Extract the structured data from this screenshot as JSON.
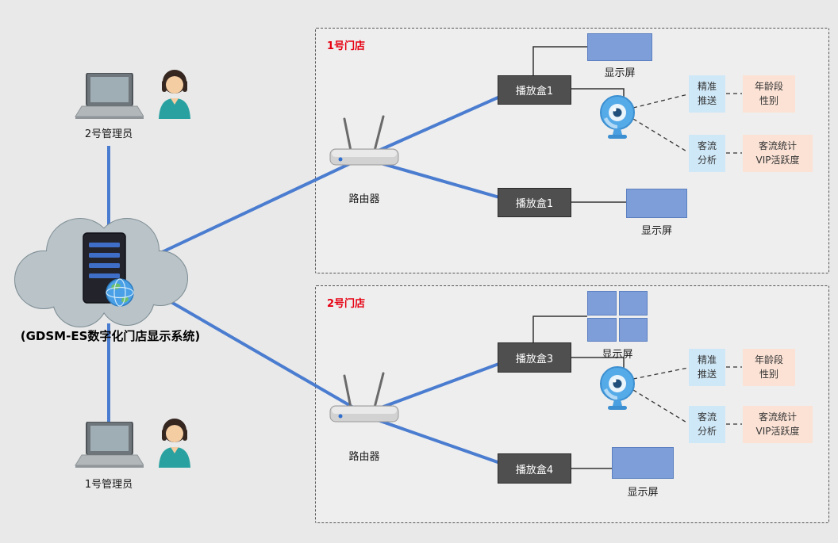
{
  "colors": {
    "background": "#e9e9e9",
    "link_blue": "#4a7cd0",
    "link_dark": "#333333",
    "store_label_red": "#e60012",
    "playbox_bg": "#4f4f4f",
    "display_bg": "#7d9ed8",
    "analysis_box_bg": "#cfe8f7",
    "result_box_bg": "#fbe2d5",
    "cloud_fill": "#b9c3c8",
    "camera_blue": "#55aae8"
  },
  "system": {
    "title": "(GDSM-ES数字化门店显示系统)"
  },
  "admins": [
    {
      "label": "2号管理员"
    },
    {
      "label": "1号管理员"
    }
  ],
  "stores": [
    {
      "name": "1号门店",
      "router_label": "路由器",
      "playbox_top": "播放盒1",
      "playbox_bottom": "播放盒1",
      "display_top": "显示屏",
      "display_bottom": "显示屏",
      "push_label": "精准\n推送",
      "push_result": "年龄段\n性别",
      "flow_label": "客流\n分析",
      "flow_result": "客流统计\nVIP活跃度"
    },
    {
      "name": "2号门店",
      "router_label": "路由器",
      "playbox_top": "播放盒3",
      "playbox_bottom": "播放盒4",
      "display_top": "显示屏",
      "display_bottom": "显示屏",
      "push_label": "精准\n推送",
      "push_result": "年龄段\n性别",
      "flow_label": "客流\n分析",
      "flow_result": "客流统计\nVIP活跃度"
    }
  ]
}
